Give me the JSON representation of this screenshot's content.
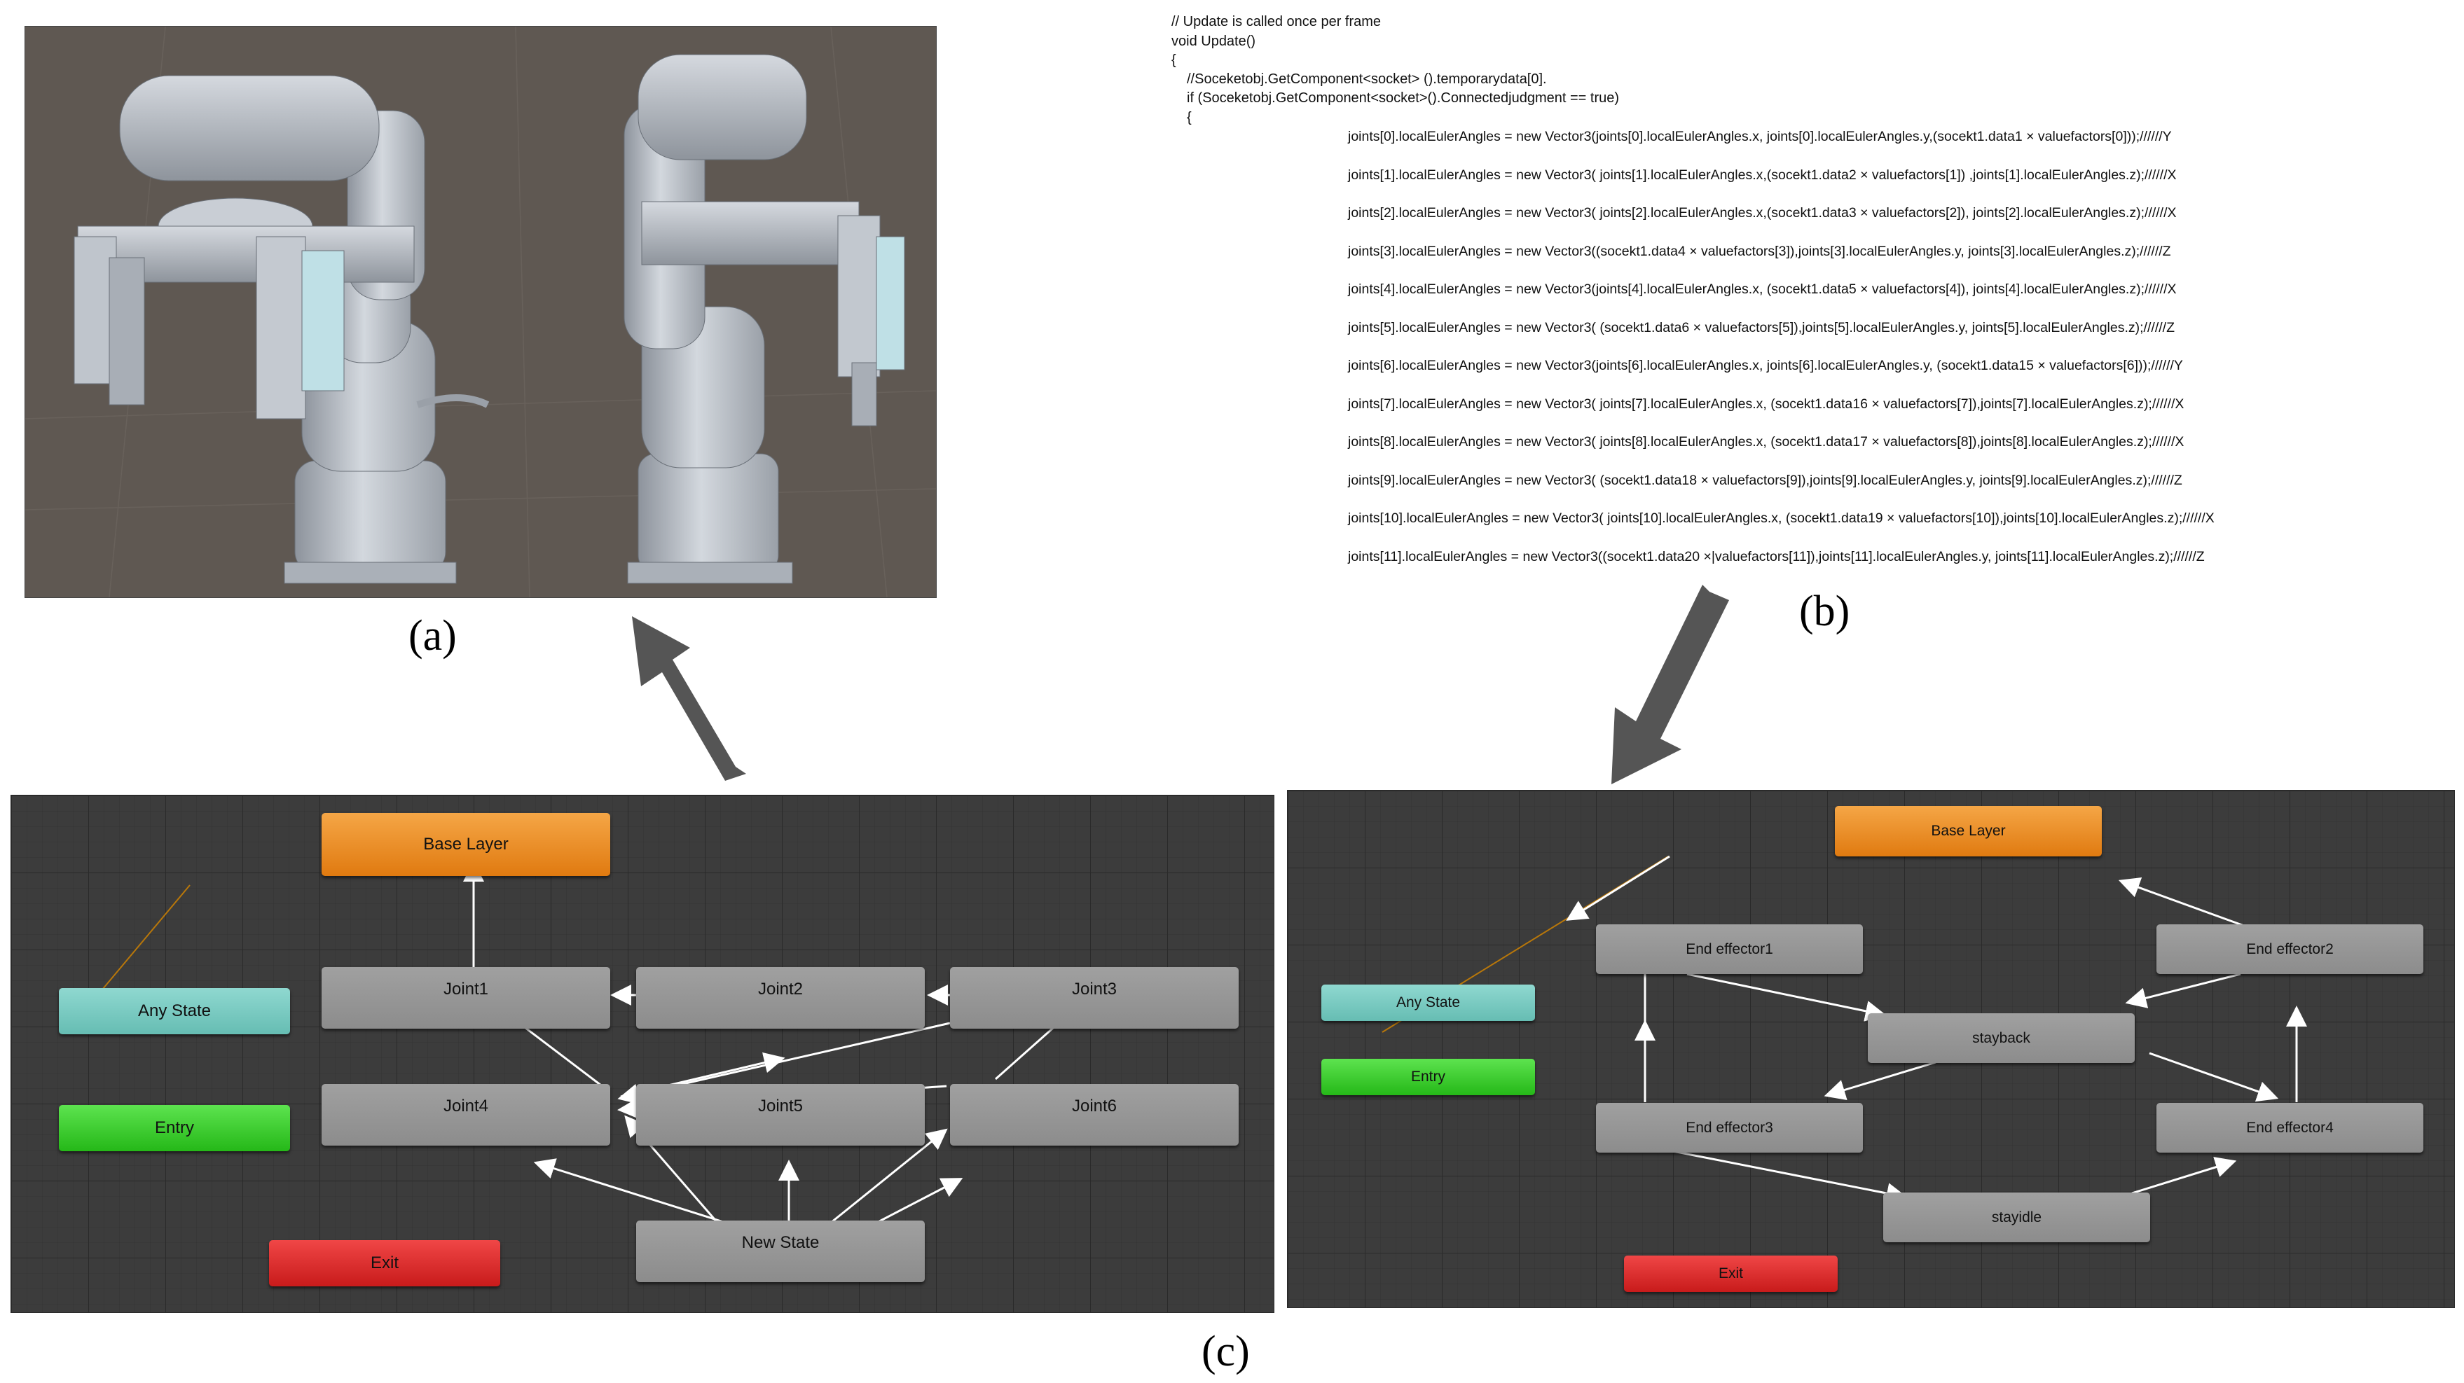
{
  "captions": {
    "a": "(a)",
    "b": "(b)",
    "c": "(c)"
  },
  "code": {
    "lines": [
      "// Update is called once per frame",
      "void Update()",
      "{",
      "//Soceketobj.GetComponent<socket> ().temporarydata[0].",
      "if (Soceketobj.GetComponent<socket>().Connectedjudgment == true)",
      "{"
    ],
    "joint_lines": [
      "joints[0].localEulerAngles = new Vector3(joints[0].localEulerAngles.x,  joints[0].localEulerAngles.y,(socekt1.data1 × valuefactors[0]));//////Y",
      "joints[1].localEulerAngles = new Vector3( joints[1].localEulerAngles.x,(socekt1.data2 × valuefactors[1]) ,joints[1].localEulerAngles.z);//////X",
      "joints[2].localEulerAngles = new Vector3( joints[2].localEulerAngles.x,(socekt1.data3 × valuefactors[2]), joints[2].localEulerAngles.z);//////X",
      "joints[3].localEulerAngles = new Vector3((socekt1.data4 × valuefactors[3]),joints[3].localEulerAngles.y, joints[3].localEulerAngles.z);//////Z",
      "joints[4].localEulerAngles = new Vector3(joints[4].localEulerAngles.x, (socekt1.data5 × valuefactors[4]), joints[4].localEulerAngles.z);//////X",
      "joints[5].localEulerAngles = new Vector3( (socekt1.data6 × valuefactors[5]),joints[5].localEulerAngles.y, joints[5].localEulerAngles.z);//////Z",
      "joints[6].localEulerAngles = new Vector3(joints[6].localEulerAngles.x, joints[6].localEulerAngles.y, (socekt1.data15 × valuefactors[6]));//////Y",
      "joints[7].localEulerAngles = new Vector3( joints[7].localEulerAngles.x, (socekt1.data16 × valuefactors[7]),joints[7].localEulerAngles.z);//////X",
      "joints[8].localEulerAngles = new Vector3( joints[8].localEulerAngles.x, (socekt1.data17 × valuefactors[8]),joints[8].localEulerAngles.z);//////X",
      "joints[9].localEulerAngles = new Vector3( (socekt1.data18 × valuefactors[9]),joints[9].localEulerAngles.y, joints[9].localEulerAngles.z);//////Z",
      "joints[10].localEulerAngles = new Vector3( joints[10].localEulerAngles.x, (socekt1.data19 × valuefactors[10]),joints[10].localEulerAngles.z);//////X",
      "joints[11].localEulerAngles = new Vector3((socekt1.data20 ×|valuefactors[11]),joints[11].localEulerAngles.y,  joints[11].localEulerAngles.z);//////Z"
    ]
  },
  "graph1": {
    "base_layer": "Base Layer",
    "any_state": "Any State",
    "entry": "Entry",
    "exit": "Exit",
    "joint1": "Joint1",
    "joint2": "Joint2",
    "joint3": "Joint3",
    "joint4": "Joint4",
    "joint5": "Joint5",
    "joint6": "Joint6",
    "new_state": "New State"
  },
  "graph2": {
    "base_layer": "Base Layer",
    "any_state": "Any State",
    "entry": "Entry",
    "exit": "Exit",
    "end_effector1": "End effector1",
    "end_effector2": "End effector2",
    "end_effector3": "End effector3",
    "end_effector4": "End effector4",
    "stayback": "stayback",
    "stayidle": "stayidle"
  },
  "colors": {
    "graph_bg": "#3c3c3c",
    "node_gray": "#969696",
    "base_layer": "#ee8f25",
    "any_state": "#7fcfc6",
    "entry": "#36c928",
    "exit": "#dc2c2c",
    "arrow": "#555555",
    "viewport_bg": "#5f5852",
    "robot": "#b9bfc8"
  },
  "icons": {
    "up_left_arrow": "arrow-up-left-icon",
    "down_left_arrow": "arrow-down-left-icon"
  }
}
